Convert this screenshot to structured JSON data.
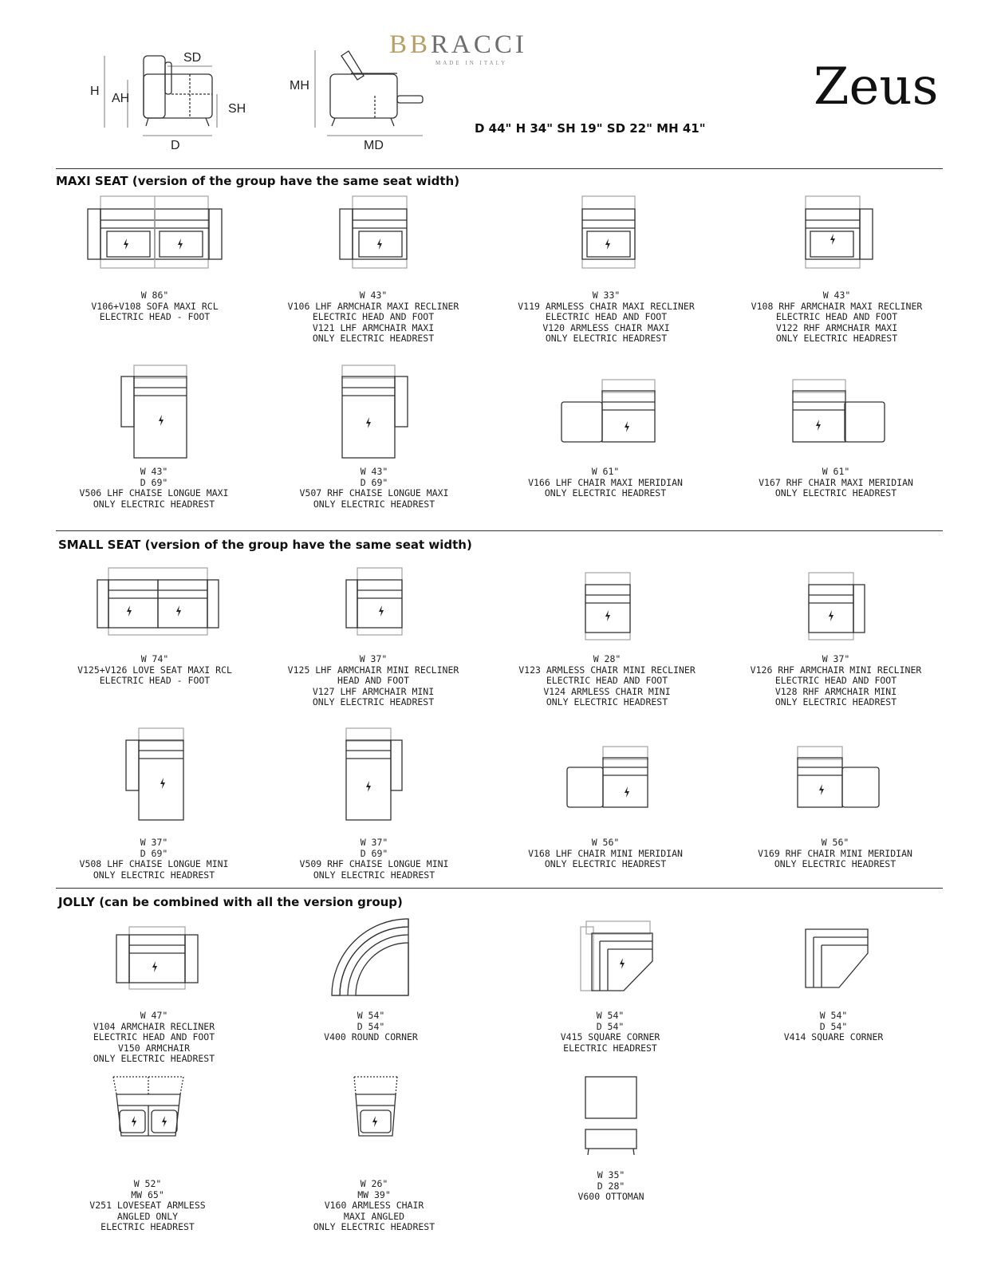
{
  "header": {
    "logo_bb": "BB",
    "logo_word": "RACCI",
    "logo_sub": "MADE IN ITALY",
    "brand_name": "Zeus",
    "specs": "D 44\" H 34\" SH 19\" SD 22\" MH 41\"",
    "dims": {
      "sd": "SD",
      "h": "H",
      "ah": "AH",
      "sh": "SH",
      "d": "D",
      "mh": "MH",
      "md": "MD"
    }
  },
  "sections": {
    "maxi": "MAXI SEAT (version of the group have the same seat width)",
    "small": "SMALL SEAT (version of the group have the same seat width)",
    "jolly": "JOLLY (can be combined with all the version group)"
  },
  "maxi": [
    {
      "lines": [
        "W 86\"",
        "V106+V108 SOFA MAXI RCL",
        "ELECTRIC HEAD - FOOT"
      ]
    },
    {
      "lines": [
        "W 43\"",
        "V106 LHF ARMCHAIR MAXI RECLINER",
        "ELECTRIC HEAD AND FOOT",
        "V121 LHF ARMCHAIR MAXI",
        "ONLY ELECTRIC HEADREST"
      ]
    },
    {
      "lines": [
        "W 33\"",
        "V119 ARMLESS CHAIR MAXI RECLINER",
        "ELECTRIC HEAD AND FOOT",
        "V120 ARMLESS CHAIR MAXI",
        "ONLY ELECTRIC HEADREST"
      ]
    },
    {
      "lines": [
        "W 43\"",
        "V108 RHF ARMCHAIR MAXI RECLINER",
        "ELECTRIC HEAD AND FOOT",
        "V122 RHF ARMCHAIR MAXI",
        "ONLY ELECTRIC HEADREST"
      ]
    },
    {
      "lines": [
        "W 43\"",
        "D 69\"",
        "V506 LHF CHAISE LONGUE MAXI",
        "ONLY ELECTRIC HEADREST"
      ]
    },
    {
      "lines": [
        "W 43\"",
        "D 69\"",
        "V507 RHF CHAISE LONGUE MAXI",
        "ONLY ELECTRIC HEADREST"
      ]
    },
    {
      "lines": [
        "W 61\"",
        "V166 LHF CHAIR MAXI MERIDIAN",
        "ONLY ELECTRIC HEADREST"
      ]
    },
    {
      "lines": [
        "W 61\"",
        "V167 RHF CHAIR MAXI MERIDIAN",
        "ONLY ELECTRIC HEADREST"
      ]
    }
  ],
  "small": [
    {
      "lines": [
        "W 74\"",
        "V125+V126 LOVE SEAT MAXI RCL",
        "ELECTRIC HEAD - FOOT"
      ]
    },
    {
      "lines": [
        "W 37\"",
        "V125 LHF ARMCHAIR MINI RECLINER",
        "HEAD AND FOOT",
        "V127 LHF ARMCHAIR MINI",
        "ONLY ELECTRIC HEADREST"
      ]
    },
    {
      "lines": [
        "W 28\"",
        "V123 ARMLESS CHAIR MINI RECLINER",
        "ELECTRIC HEAD AND FOOT",
        "V124 ARMLESS CHAIR MINI",
        "ONLY ELECTRIC HEADREST"
      ]
    },
    {
      "lines": [
        "W 37\"",
        "V126 RHF ARMCHAIR MINI RECLINER",
        "ELECTRIC HEAD AND FOOT",
        "V128 RHF ARMCHAIR MINI",
        "ONLY ELECTRIC HEADREST"
      ]
    },
    {
      "lines": [
        "W 37\"",
        "D 69\"",
        "V508 LHF CHAISE LONGUE MINI",
        "ONLY ELECTRIC HEADREST"
      ]
    },
    {
      "lines": [
        "W 37\"",
        "D 69\"",
        "V509 RHF CHAISE LONGUE MINI",
        "ONLY ELECTRIC HEADREST"
      ]
    },
    {
      "lines": [
        "W 56\"",
        "V168 LHF CHAIR MINI MERIDIAN",
        "ONLY ELECTRIC HEADREST"
      ]
    },
    {
      "lines": [
        "W 56\"",
        "V169 RHF CHAIR MINI MERIDIAN",
        "ONLY ELECTRIC HEADREST"
      ]
    }
  ],
  "jolly": [
    {
      "lines": [
        "W 47\"",
        "V104 ARMCHAIR RECLINER",
        "ELECTRIC HEAD AND FOOT",
        "V150 ARMCHAIR",
        "ONLY ELECTRIC HEADREST"
      ]
    },
    {
      "lines": [
        "W 54\"",
        "D 54\"",
        "V400 ROUND CORNER"
      ]
    },
    {
      "lines": [
        "W 54\"",
        "D 54\"",
        "V415 SQUARE CORNER",
        "ELECTRIC HEADREST"
      ]
    },
    {
      "lines": [
        "W 54\"",
        "D 54\"",
        "V414 SQUARE CORNER"
      ]
    },
    {
      "lines": [
        "W 52\"",
        "MW 65\"",
        "V251 LOVESEAT ARMLESS",
        "ANGLED ONLY",
        "ELECTRIC HEADREST"
      ]
    },
    {
      "lines": [
        "W 26\"",
        "MW 39\"",
        "V160 ARMLESS CHAIR",
        "MAXI ANGLED",
        "ONLY ELECTRIC HEADREST"
      ]
    },
    {
      "lines": [
        "W 35\"",
        "D 28\"",
        "V600 OTTOMAN"
      ]
    }
  ]
}
